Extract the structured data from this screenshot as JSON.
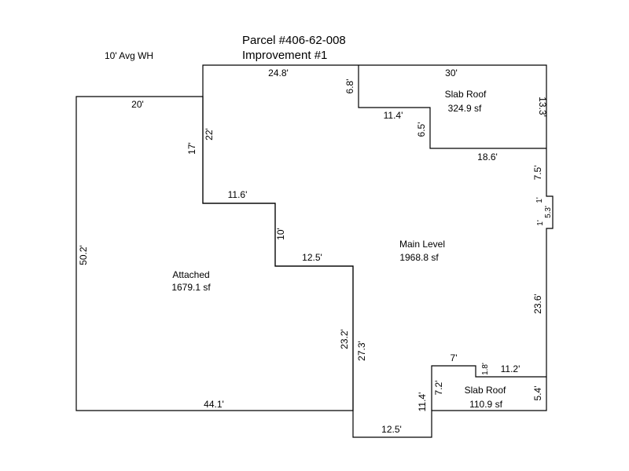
{
  "header": {
    "parcel": "Parcel #406-62-008",
    "improvement": "Improvement #1",
    "wall_height": "10' Avg WH"
  },
  "areas": {
    "attached": {
      "name": "Attached",
      "area": "1679.1 sf"
    },
    "main_level": {
      "name": "Main Level",
      "area": "1968.8 sf"
    },
    "slab_roof_top": {
      "name": "Slab Roof",
      "area": "324.9 sf"
    },
    "slab_roof_bottom": {
      "name": "Slab Roof",
      "area": "110.9 sf"
    }
  },
  "dimensions": {
    "attached_top": "20'",
    "attached_left": "50.2'",
    "attached_bottom": "44.1'",
    "attached_inner_upper": "17'",
    "main_left_upper": "22'",
    "main_top": "24.8'",
    "step_11_6": "11.6'",
    "step_10": "10'",
    "step_12_5_mid": "12.5'",
    "inner_23_2": "23.2'",
    "inner_27_3": "27.3'",
    "bottom_12_5": "12.5'",
    "bottom_11_4": "11.4'",
    "slab_top_30": "30'",
    "slab_top_6_8": "6.8'",
    "slab_top_11_4": "11.4'",
    "slab_top_6_5": "6.5'",
    "slab_top_18_6": "18.6'",
    "slab_top_13_3": "13.3'",
    "right_7_5": "7.5'",
    "bump_1_top": "1'",
    "bump_5_3": "5.3'",
    "bump_1_bottom": "1'",
    "right_23_6": "23.6'",
    "slab_bot_7": "7'",
    "slab_bot_1_8": "1.8'",
    "slab_bot_11_2": "11.2'",
    "slab_bot_7_2": "7.2'",
    "slab_bot_5_4": "5.4'"
  }
}
